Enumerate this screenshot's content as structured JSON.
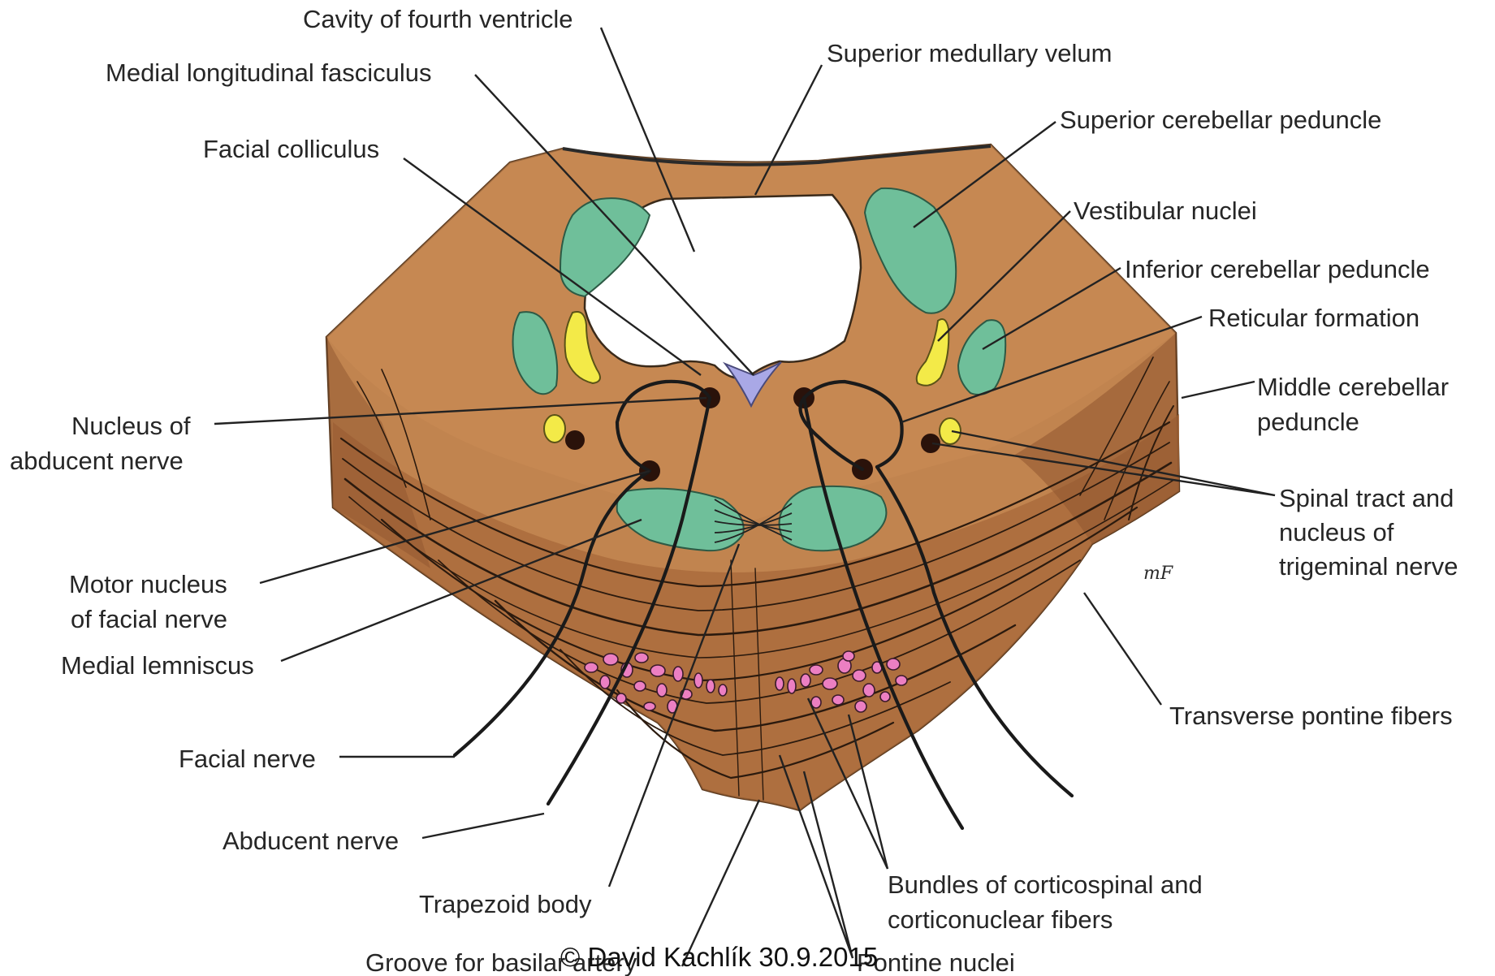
{
  "labels": {
    "cavity_fourth_ventricle": "Cavity of fourth ventricle",
    "superior_medullary_velum": "Superior medullary velum",
    "medial_longitudinal_fasciculus": "Medial longitudinal fasciculus",
    "superior_cerebellar_peduncle": "Superior cerebellar peduncle",
    "facial_colliculus": "Facial colliculus",
    "vestibular_nuclei": "Vestibular nuclei",
    "inferior_cerebellar_peduncle": "Inferior cerebellar peduncle",
    "reticular_formation": "Reticular formation",
    "middle_cerebellar_peduncle_1": "Middle cerebellar",
    "middle_cerebellar_peduncle_2": "peduncle",
    "nucleus_abducent_1": "Nucleus of",
    "nucleus_abducent_2": "abducent nerve",
    "spinal_trigeminal_1": "Spinal tract and",
    "spinal_trigeminal_2": "nucleus of",
    "spinal_trigeminal_3": "trigeminal nerve",
    "motor_facial_1": "Motor nucleus",
    "motor_facial_2": "of facial nerve",
    "medial_lemniscus": "Medial lemniscus",
    "transverse_pontine_fibers": "Transverse pontine fibers",
    "facial_nerve": "Facial nerve",
    "abducent_nerve": "Abducent nerve",
    "bundles_corticospinal_1": "Bundles of corticospinal and",
    "bundles_corticospinal_2": "corticonuclear fibers",
    "trapezoid_body": "Trapezoid body",
    "groove_basilar_artery": "Groove for basilar artery",
    "pontine_nuclei": "Pontine nuclei"
  },
  "artist_signature": "mF",
  "copyright": "© David Kachlík 30.9.2015",
  "colors": {
    "tissue": "#c1844f",
    "nucleus_green": "#6fbf9a",
    "tract_yellow": "#f3ea48",
    "pontine_nuclei_pink": "#ec7fc2",
    "mlf_lavender": "#a9a8e6"
  }
}
